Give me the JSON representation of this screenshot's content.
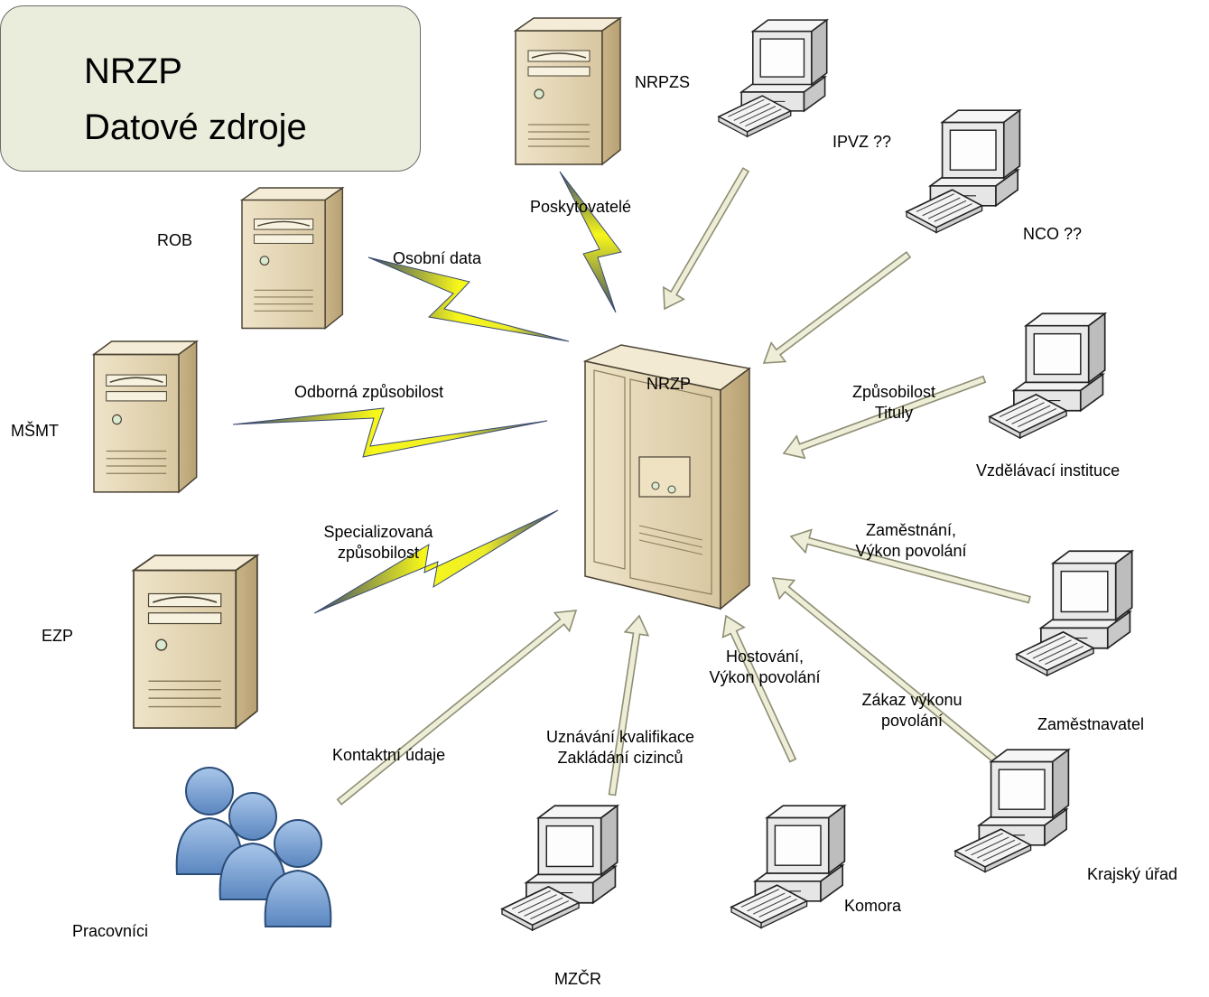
{
  "title": {
    "line1": "NRZP",
    "line2": "Datové zdroje"
  },
  "nodes": {
    "nrzp": "NRZP",
    "nrpzs": "NRPZS",
    "ipvz": "IPVZ ??",
    "nco": "NCO ??",
    "rob": "ROB",
    "msmt": "MŠMT",
    "ezp": "EZP",
    "vzdelavaci": "Vzdělávací instituce",
    "zamestnavatel": "Zaměstnavatel",
    "krajsky": "Krajský úřad",
    "komora": "Komora",
    "mzcr": "MZČR",
    "pracovnici": "Pracovníci"
  },
  "edges": {
    "poskytovatele": "Poskytovatelé",
    "osobni_data": "Osobní data",
    "odborna": "Odborná způsobilost",
    "specializovana": [
      "Specializovaná",
      "způsobilost"
    ],
    "zpusobilost": [
      "Způsobilost",
      "Tituly"
    ],
    "zamestnani": [
      "Zaměstnání,",
      "Výkon povolání"
    ],
    "hostovani": [
      "Hostování,",
      "Výkon povolání"
    ],
    "zakaz": [
      "Zákaz výkonu",
      "povolání"
    ],
    "uznavani": [
      "Uznávání kvalifikace",
      "Zakládání cizinců"
    ],
    "kontaktni": "Kontaktní údaje"
  },
  "colors": {
    "title_fill": "#eaeddc",
    "arrow_fill": "#eeeed8",
    "arrow_stroke": "#8e8e74",
    "bolt_light": "#f7f71a",
    "bolt_dark": "#3a4a6e",
    "server_fill": "#e3d4b2",
    "people_fill": "#7fa7d6"
  }
}
